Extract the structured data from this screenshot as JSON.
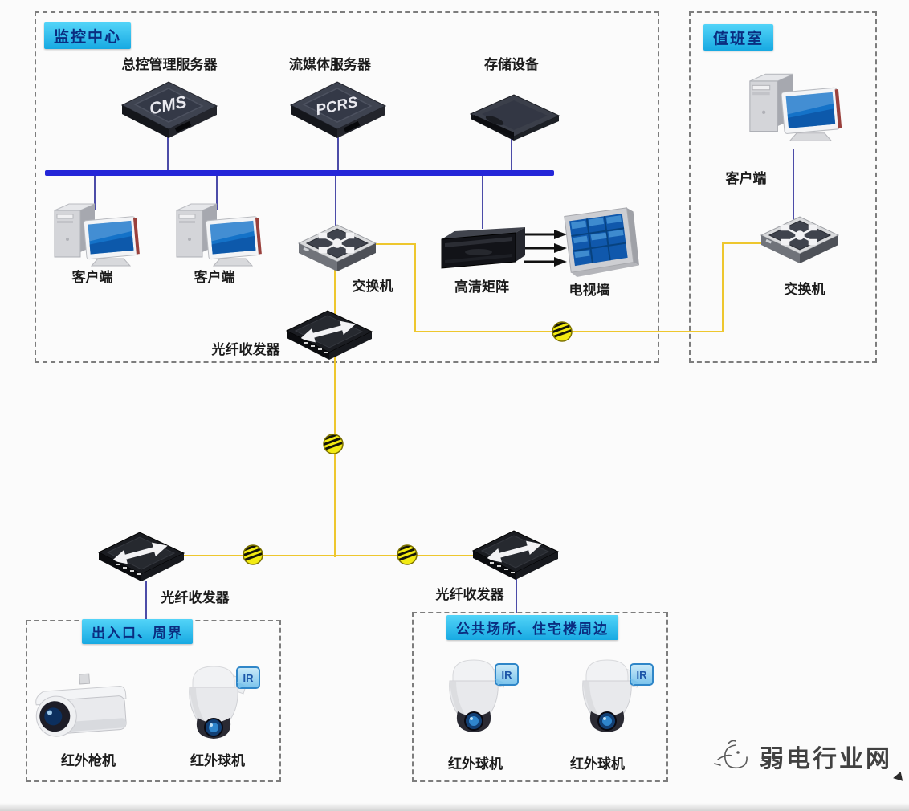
{
  "zones": {
    "monitoring_center": {
      "badge": "监控中心"
    },
    "duty_room": {
      "badge": "值班室"
    },
    "entrance": {
      "badge": "出入口、周界"
    },
    "public": {
      "badge": "公共场所、住宅楼周边"
    }
  },
  "labels": {
    "master_server": "总控管理服务器",
    "streaming_server": "流媒体服务器",
    "storage": "存储设备",
    "client1": "客户端",
    "client2": "客户端",
    "client_duty": "客户端",
    "switch_main": "交换机",
    "switch_duty": "交换机",
    "hd_matrix": "高清矩阵",
    "tv_wall": "电视墙",
    "transceiver_center": "光纤收发器",
    "transceiver_left": "光纤收发器",
    "transceiver_right": "光纤收发器",
    "bullet_camera": "红外枪机",
    "dome_camera_1": "红外球机",
    "dome_camera_2": "红外球机",
    "dome_camera_3": "红外球机"
  },
  "logos": {
    "master_server": "CMS",
    "streaming_server": "PCRS"
  },
  "ir_badges": {
    "b1": "IR",
    "b2": "IR",
    "b3": "IR"
  },
  "watermark": "弱电行业网",
  "colors": {
    "zone_badge_cyan": "#2abdee",
    "badge_text_blue": "#0a2d80",
    "bus_blue": "#2426d8",
    "drop_line_blue": "#4c4ca8",
    "fiber_line_yellow": "#eec72e",
    "fiber_node_yellow": "#f2ea12",
    "tv_wall_screen_blue": "#1058ac"
  }
}
